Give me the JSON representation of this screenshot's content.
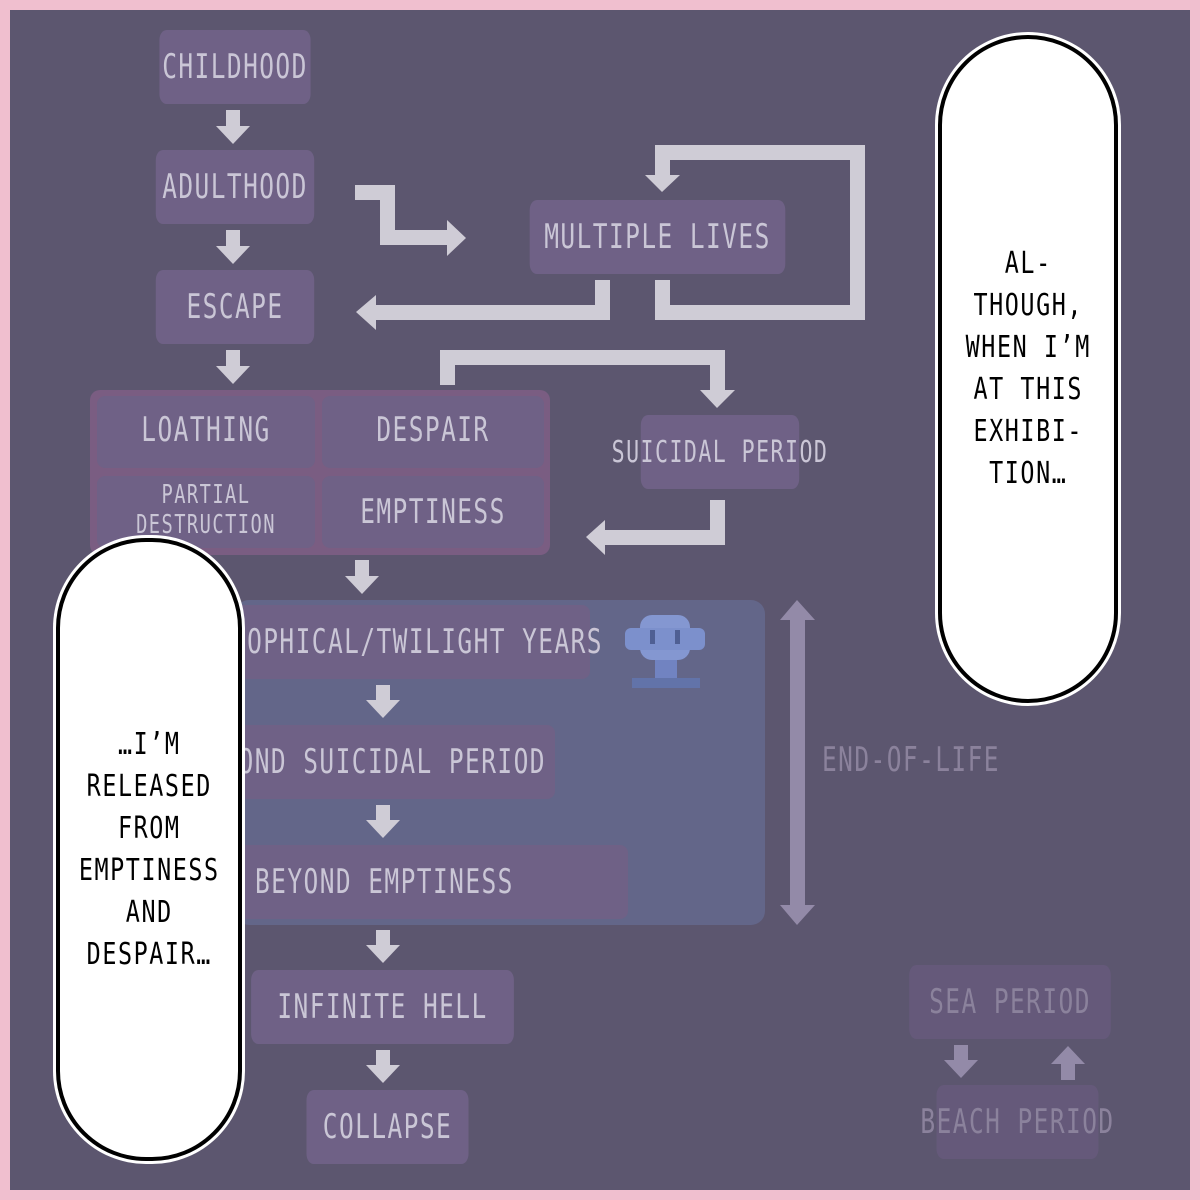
{
  "colors": {
    "border": "#f0bfcf",
    "background": "#5c566f",
    "node": "#6f6186",
    "node_text": "#cac6d6",
    "grid_outline": "#7a5d82",
    "end_of_life_panel": "#636689",
    "faint_node_text": "#8b829c",
    "arrow": "#cfccd6"
  },
  "flow": {
    "childhood": "CHILDHOOD",
    "adulthood": "ADULTHOOD",
    "multiple_lives": "MULTIPLE LIVES",
    "escape": "ESCAPE",
    "loathing": "LOATHING",
    "despair": "DESPAIR",
    "partial_destruction": "PARTIAL\nDESTRUCTION",
    "emptiness": "EMPTINESS",
    "suicidal_period": "SUICIDAL PERIOD",
    "twilight_years": "PHILOSOPHICAL/TWILIGHT YEARS",
    "second_suicidal_period": "SECOND SUICIDAL PERIOD",
    "beyond_emptiness": "BEYOND EMPTINESS",
    "infinite_hell": "INFINITE HELL",
    "collapse": "COLLAPSE",
    "end_of_life_label": "END-OF-LIFE",
    "sea_period": "SEA PERIOD",
    "beach_period": "BEACH PERIOD"
  },
  "dialogue": {
    "right_bubble": "AL-\nTHOUGH,\nWHEN I’M\nAT THIS\nEXHIBI-\nTION…",
    "left_bubble": "…I’M\nRELEASED\nFROM\nEMPTINESS\nAND\nDESPAIR…"
  },
  "character": "blue-ghost-sprite"
}
